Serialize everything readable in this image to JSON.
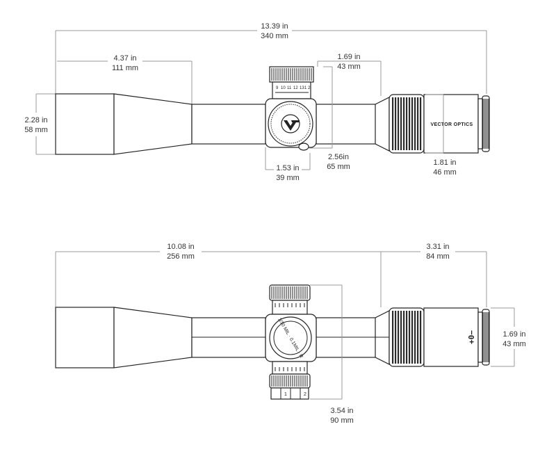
{
  "top_view": {
    "overall_length": {
      "in": "13.39 in",
      "mm": "340 mm"
    },
    "objective_length": {
      "in": "4.37 in",
      "mm": "111 mm"
    },
    "objective_diameter": {
      "in": "2.28 in",
      "mm": "58 mm"
    },
    "turret_to_eyepiece": {
      "in": "1.69 in",
      "mm": "43 mm"
    },
    "turret_height": {
      "in": "2.56in",
      "mm": "65 mm"
    },
    "turret_base_width": {
      "in": "1.53 in",
      "mm": "39 mm"
    },
    "eyepiece_diameter": {
      "in": "1.81 in",
      "mm": "46 mm"
    },
    "brand_text": "VECTOR OPTICS",
    "elevation_numbers": [
      "9",
      "10",
      "11",
      "12",
      "13",
      "1",
      "2"
    ]
  },
  "side_view": {
    "front_to_eyepiece": {
      "in": "10.08 in",
      "mm": "256 mm"
    },
    "eyepiece_length": {
      "in": "3.31 in",
      "mm": "84 mm"
    },
    "eyepiece_diameter": {
      "in": "1.69 in",
      "mm": "43 mm"
    },
    "turret_span": {
      "in": "3.54 in",
      "mm": "90 mm"
    },
    "diopter_marks": "+0−",
    "windage_markings": [
      "1",
      "2"
    ],
    "dial_text": "1/10 MIL · 0.1MIL · R"
  }
}
